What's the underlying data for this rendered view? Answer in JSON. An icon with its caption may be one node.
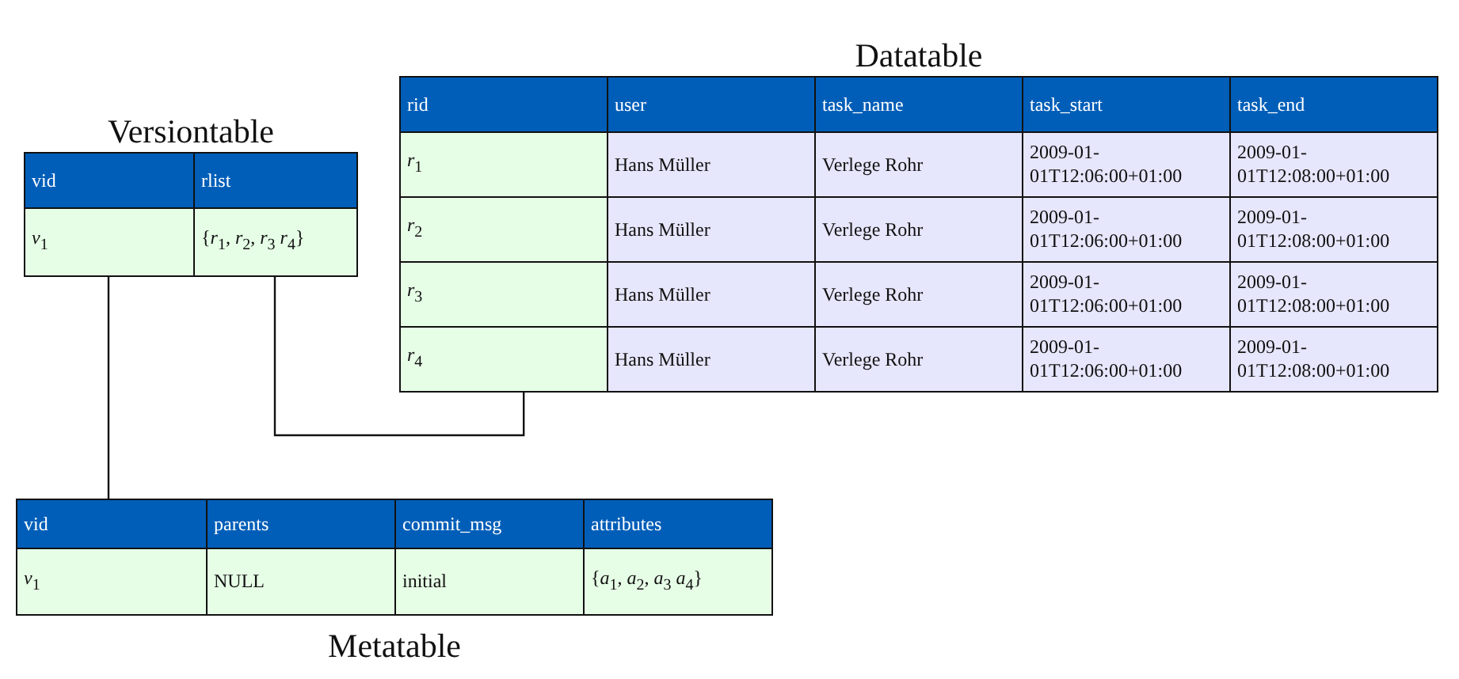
{
  "diagram": {
    "nodes": [
      {
        "text": [
          "Versiontable",
          "vid",
          "rlist",
          "*v*$_{1}$",
          "{*r*$_{1}$, *r*$_{2}$, *r*$_{3}$  *r*$_{4}$}"
        ]
      },
      {
        "text": [
          "Datatable",
          "rid",
          "user",
          "task_name",
          "task_start",
          "task_end",
          "*r*$_{1}$",
          "Hans Müller",
          "Verlege Rohr",
          "2009-01-01T12:06:00+01:00",
          "2009-01-01T12:08:00+01:00",
          "*r*$_{2}$",
          "Hans Müller",
          "Verlege Rohr",
          "2009-01-01T12:06:00+01:00",
          "2009-01-01T12:08:00+01:00",
          "*r*$_{3}$",
          "Hans Müller",
          "Verlege Rohr",
          "2009-01-01T12:06:00+01:00",
          "2009-01-01T12:08:00+01:00",
          "*r*$_{4}$",
          "Hans Müller",
          "Verlege Rohr",
          "2009-01-01T12:06:00+01:00",
          "2009-01-01T12:08:00+01:00"
        ]
      },
      {
        "text": [
          "Metatable",
          "vid",
          "parents",
          "commit_msg",
          "attributes",
          "*v*$_{1}$",
          "NULL",
          "initial",
          "{*a*$_{1}$, *a*$_{2}$, *a*$_{3}$  *a*$_{4}$}"
        ]
      }
    ],
    "edges": [
      {
        "from": 0,
        "to": 2,
        "arrow": "none"
      },
      {
        "from": 0,
        "to": 1,
        "arrow": "none"
      }
    ]
  }
}
